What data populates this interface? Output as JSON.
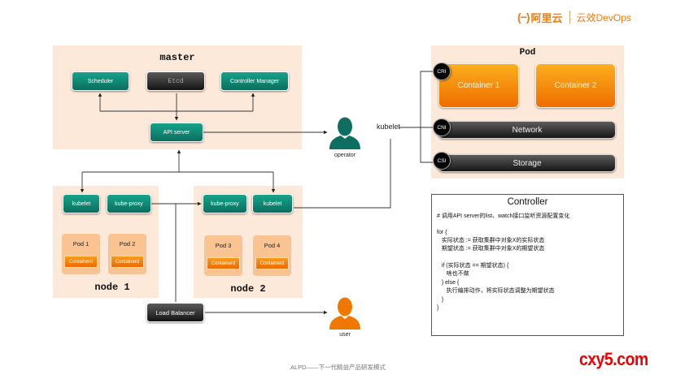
{
  "brand": {
    "logo_bracket": "(−)",
    "logo_name": "阿里云",
    "product": "云效DevOps",
    "accent_color": "#f07c12"
  },
  "master": {
    "title": "master",
    "scheduler": "Scheduler",
    "etcd": "Etcd",
    "controller_manager": "Controller Manager",
    "api_server": "API server"
  },
  "operator": {
    "label": "operator",
    "color": "#0e6e60"
  },
  "user": {
    "label": "user",
    "color": "#f07800"
  },
  "nodes": [
    {
      "title": "node 1",
      "kubelet": "kubelet",
      "kube_proxy": "kube-proxy",
      "pods": [
        {
          "name": "Pod 1",
          "runtime": "Containerd"
        },
        {
          "name": "Pod 2",
          "runtime": "Containerd"
        }
      ]
    },
    {
      "title": "node 2",
      "kubelet": "kubelet",
      "kube_proxy": "kube-proxy",
      "pods": [
        {
          "name": "Pod 3",
          "runtime": "Containerd"
        },
        {
          "name": "Pod 4",
          "runtime": "Containerd"
        }
      ]
    }
  ],
  "load_balancer": "Load Balancer",
  "kubelet_label": "kubelet",
  "pod_detail": {
    "title": "Pod",
    "container1": "Container 1",
    "container2": "Container 2",
    "network": "Network",
    "storage": "Storage",
    "cri": "CRI",
    "cni": "CNI",
    "csi": "CSI"
  },
  "controller": {
    "title": "Controller",
    "lines": [
      "# 调用API server的list、watch接口监听资源配置变化",
      "",
      "for {",
      "   实际状态 := 获取集群中对象X的实际状态",
      "   期望状态 := 获取集群中对象X的期望状态",
      "",
      "   if (实际状态 == 期望状态) {",
      "      啥也不做",
      "   } else {",
      "      执行编排动作，将实际状态调整为期望状态",
      "   }",
      "}"
    ]
  },
  "footer": "ALPD——下一代精益产品研发模式",
  "watermark": "cxy5.com"
}
